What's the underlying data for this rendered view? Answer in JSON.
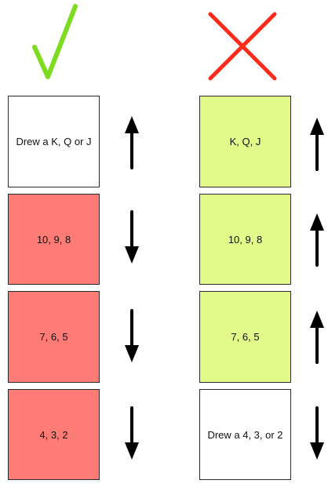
{
  "columns": [
    {
      "mark_icon": "check-mark-icon",
      "mark_color": "#7ddc1f",
      "boxes": [
        {
          "label": "Drew a K, Q or J",
          "fill": "#ffffff",
          "arrow": "up-arrow-icon"
        },
        {
          "label": "10, 9, 8",
          "fill": "#ff7b76",
          "arrow": "down-arrow-icon"
        },
        {
          "label": "7, 6, 5",
          "fill": "#ff7b76",
          "arrow": "down-arrow-icon"
        },
        {
          "label": "4, 3, 2",
          "fill": "#ff7b76",
          "arrow": "down-arrow-icon"
        }
      ]
    },
    {
      "mark_icon": "cross-mark-icon",
      "mark_color": "#ff2a1a",
      "boxes": [
        {
          "label": "K, Q, J",
          "fill": "#e1fa89",
          "arrow": "up-arrow-icon"
        },
        {
          "label": "10, 9, 8",
          "fill": "#e1fa89",
          "arrow": "up-arrow-icon"
        },
        {
          "label": "7, 6, 5",
          "fill": "#e1fa89",
          "arrow": "up-arrow-icon"
        },
        {
          "label": "Drew a 4, 3, or 2",
          "fill": "#ffffff",
          "arrow": "down-arrow-icon"
        }
      ]
    }
  ]
}
